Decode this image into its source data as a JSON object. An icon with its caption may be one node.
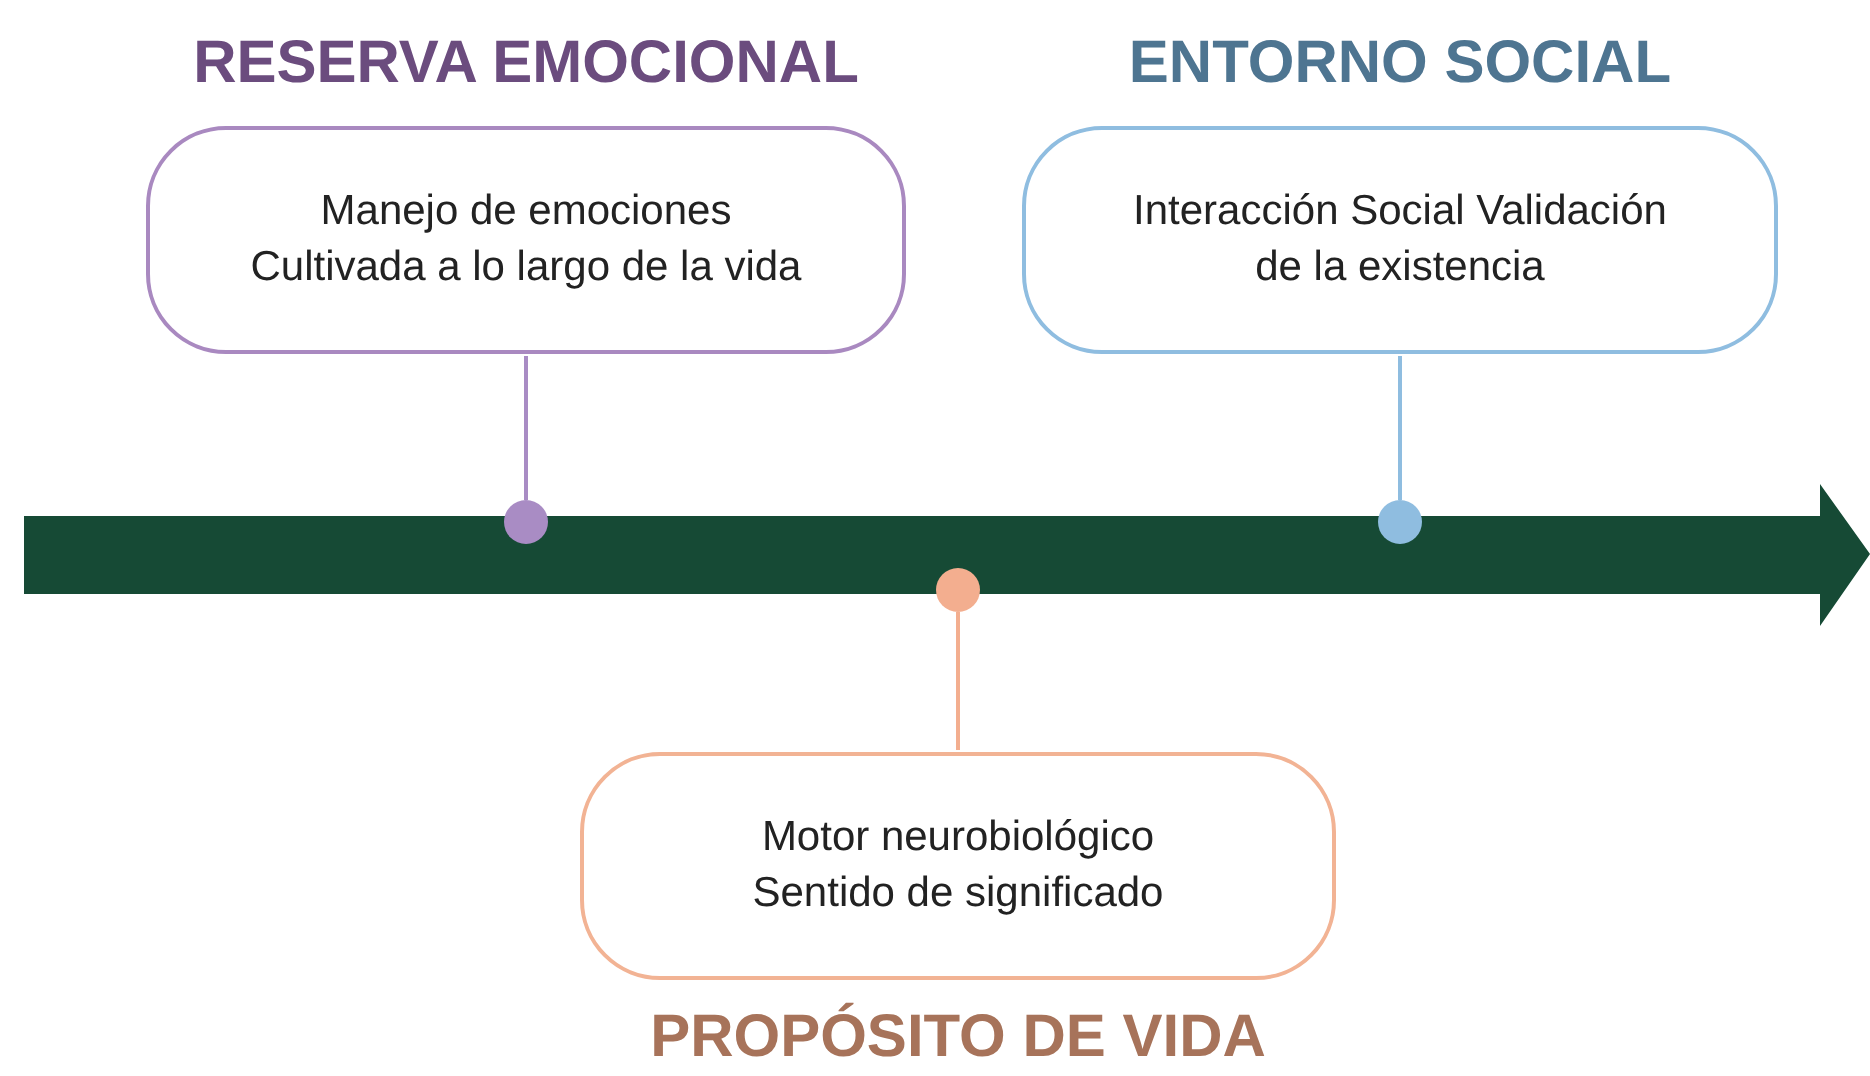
{
  "diagram": {
    "nodes": [
      {
        "text": [
          "RESERVA EMOCIONAL",
          "Manejo de emociones Cultivada a lo largo de la vida"
        ]
      },
      {
        "text": [
          "ENTORNO SOCIAL",
          "Interacción Social Validación de la existencia"
        ]
      },
      {
        "text": [],
        "shape": "circle"
      },
      {
        "text": [],
        "shape": "circle"
      },
      {
        "text": [],
        "shape": "circle"
      },
      {
        "text": [
          "Motor neurobiológico Sentido de significado",
          "PROPÓSITO DE VIDA"
        ]
      }
    ],
    "edges": [
      {
        "from": 0,
        "to": 2,
        "arrow": "none",
        "color": "#a98cc4"
      },
      {
        "from": 1,
        "to": 3,
        "arrow": "none",
        "color": "#8fbde0"
      },
      {
        "from": 5,
        "to": 4,
        "arrow": "none",
        "color": "#f3ae8f"
      }
    ]
  }
}
